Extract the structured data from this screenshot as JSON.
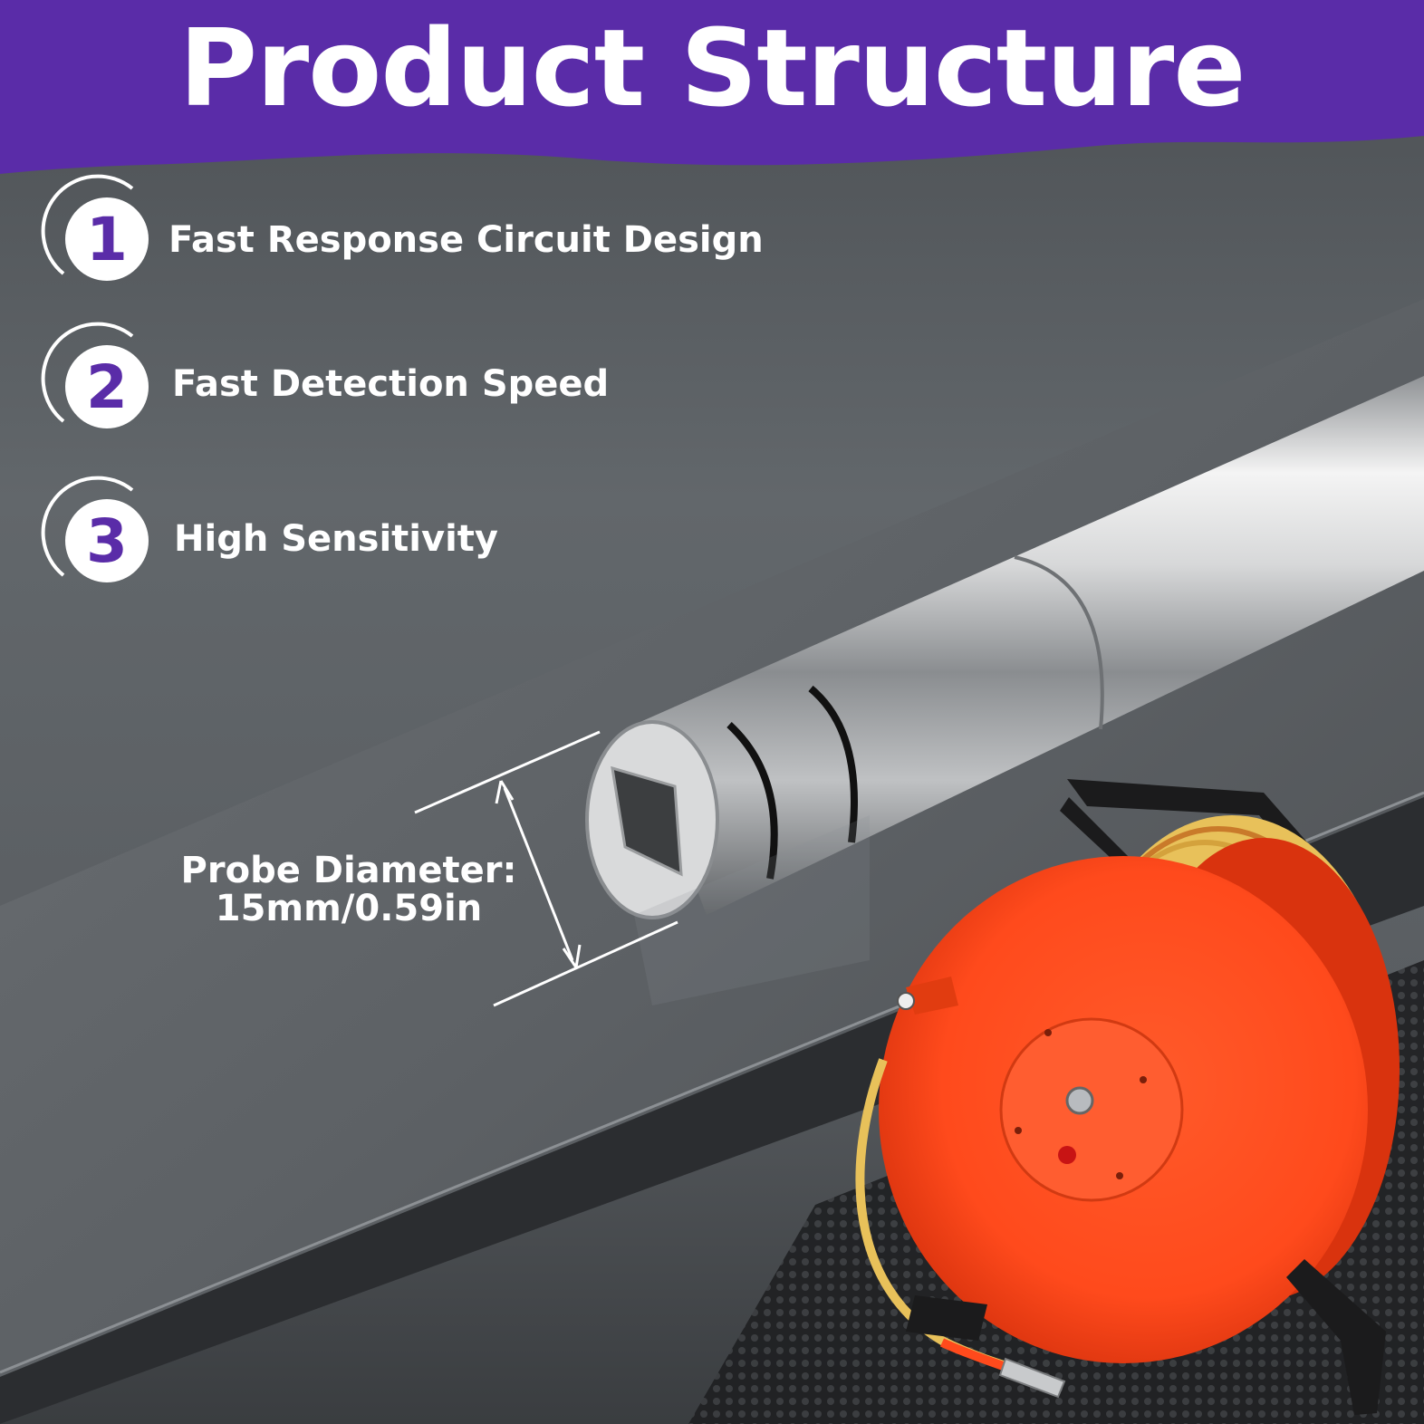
{
  "header": {
    "title": "Product Structure"
  },
  "features": [
    {
      "number": "1",
      "label": "Fast Response Circuit Design"
    },
    {
      "number": "2",
      "label": "Fast Detection Speed"
    },
    {
      "number": "3",
      "label": "High Sensitivity"
    }
  ],
  "probe": {
    "diameter_label": "Probe Diameter:",
    "diameter_value": "15mm/0.59in"
  },
  "colors": {
    "brand_purple": "#5a2ca8",
    "reel_orange": "#ff4a1c",
    "steel": "#c8cacc"
  }
}
